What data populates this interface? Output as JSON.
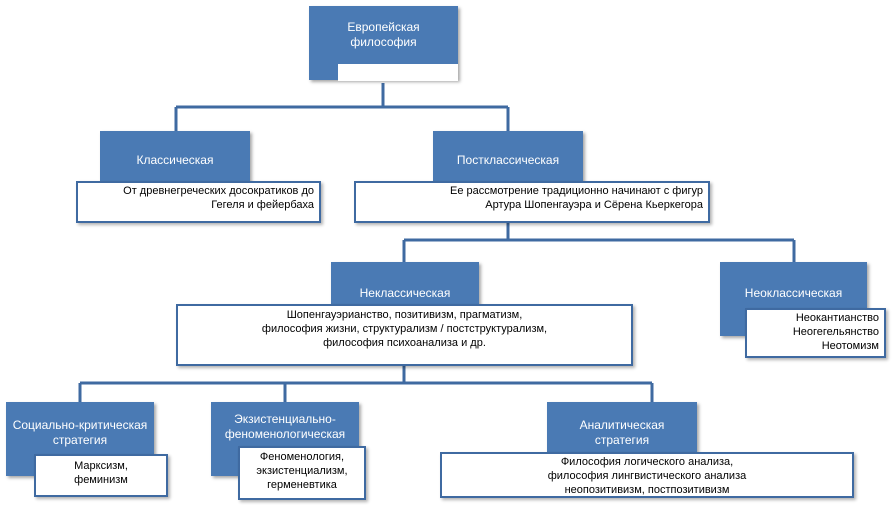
{
  "colors": {
    "box_fill": "#4a7ab4",
    "box_border": "#3f6aa1",
    "connector": "#3f6aa1"
  },
  "nodes": {
    "european": {
      "title": "Европейская\nфилософия",
      "desc": ""
    },
    "classical": {
      "title": "Классическая",
      "desc": "От древнегреческих досократиков до\nГегеля и фейербаха"
    },
    "postclassical": {
      "title": "Постклассическая",
      "desc": "Ее рассмотрение традиционно начинают с фигур\nАртура Шопенгауэра и Сёрена Кьеркегора"
    },
    "nonclassical": {
      "title": "Неклассическая",
      "desc": "Шопенгауэрианство, позитивизм, прагматизм,\nфилософия жизни, структурализм / постструктурализм,\nфилософия психоанализа и др."
    },
    "neoclassical": {
      "title": "Неоклассическая",
      "desc": "Неокантианство\nНеогегельянство\nНеотомизм"
    },
    "social_critical": {
      "title": "Социально-критическая\nстратегия",
      "desc": "Марксизм,\nфеминизм"
    },
    "existential": {
      "title": "Экзистенциально-\nфеноменологическая",
      "desc": "Феноменология,\nэкзистенциализм,\nгерменевтика"
    },
    "analytic": {
      "title": "Аналитическая\nстратегия",
      "desc": "Философия логического анализа,\nфилософия лингвистического анализа\nнеопозитивизм, постпозитивизм"
    }
  }
}
